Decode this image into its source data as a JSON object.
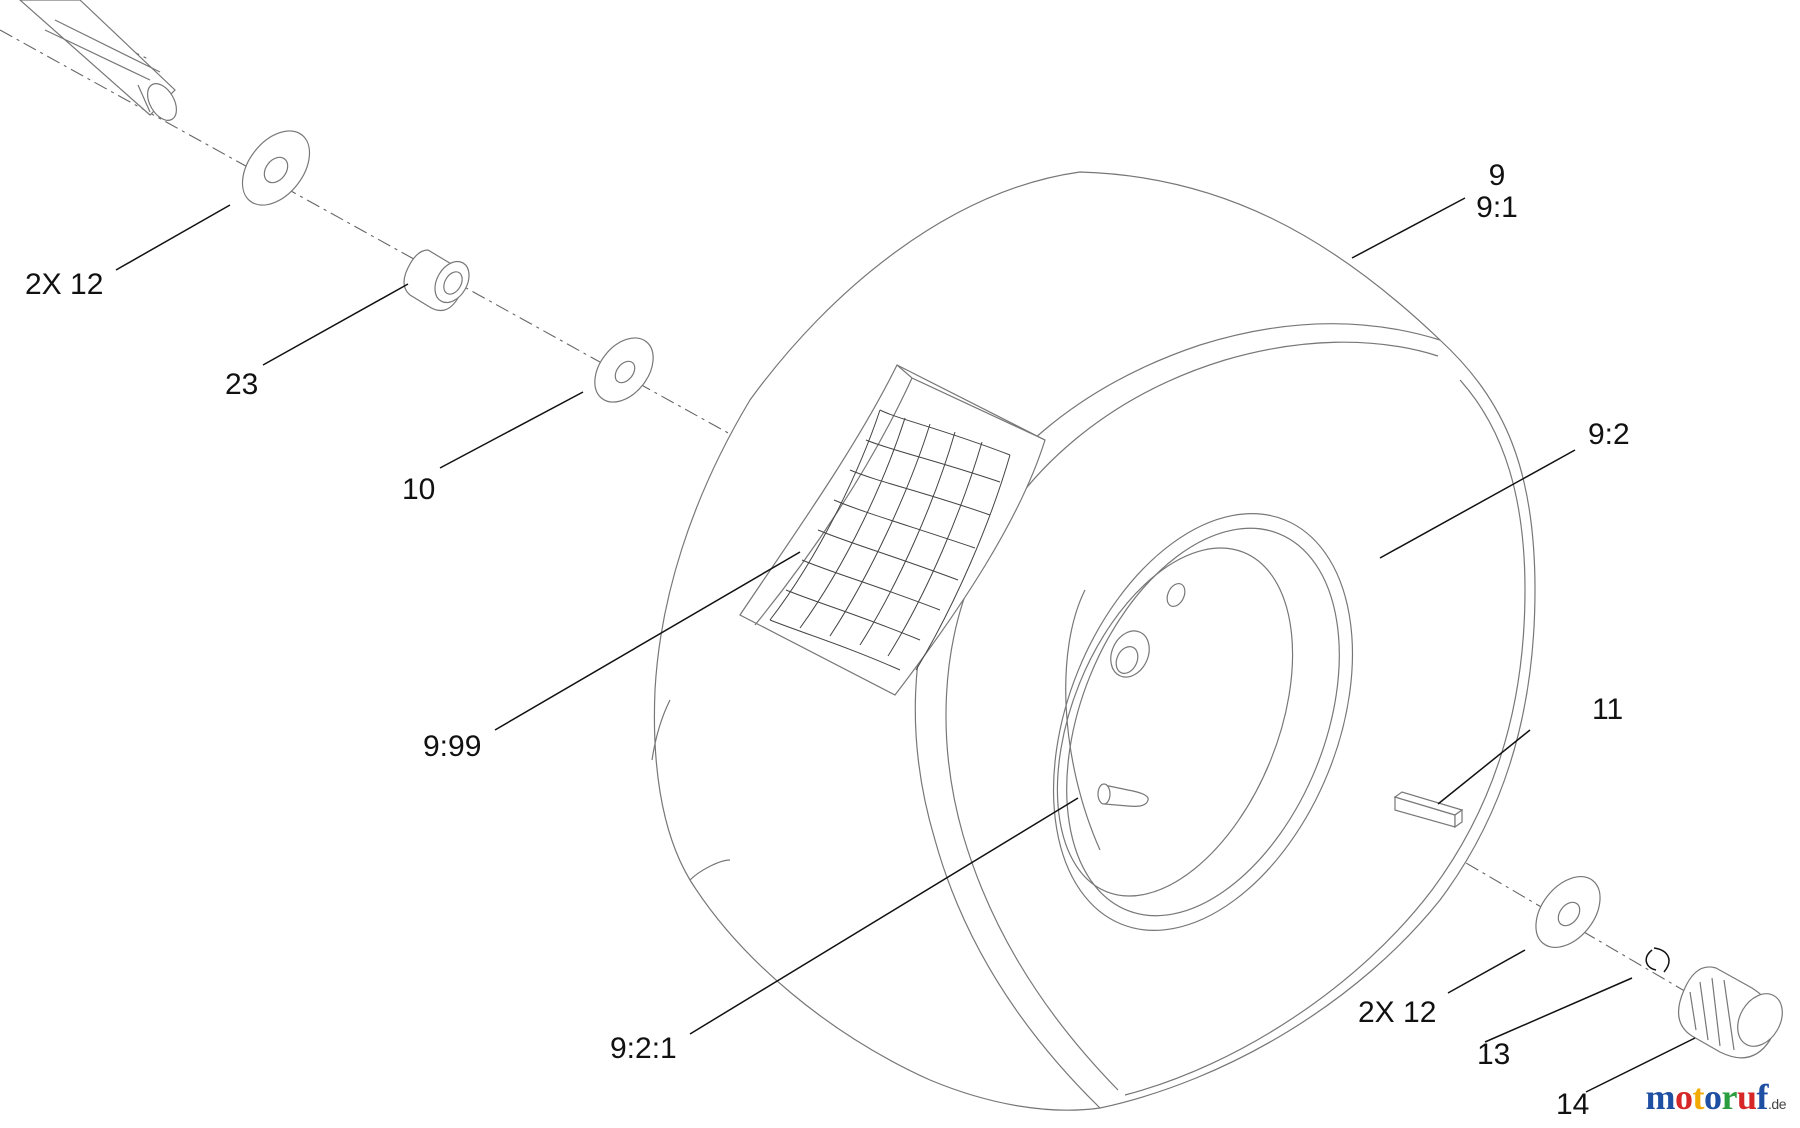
{
  "callouts": {
    "washer_top": "2X 12",
    "spacer": "23",
    "washer_10": "10",
    "tire_9": "9",
    "tire_9_1": "9:1",
    "wheel_9_2": "9:2",
    "label_9_99": "9:99",
    "key_11": "11",
    "valve_9_2_1": "9:2:1",
    "washer_bottom": "2X 12",
    "clip_13": "13",
    "cap_14": "14"
  },
  "watermark": {
    "text": "motoruf",
    "suffix": ".de",
    "colors": [
      "#1f4fa3",
      "#d62828",
      "#f2a900",
      "#1f4fa3",
      "#2a9d3f",
      "#d62828",
      "#1f4fa3"
    ]
  }
}
